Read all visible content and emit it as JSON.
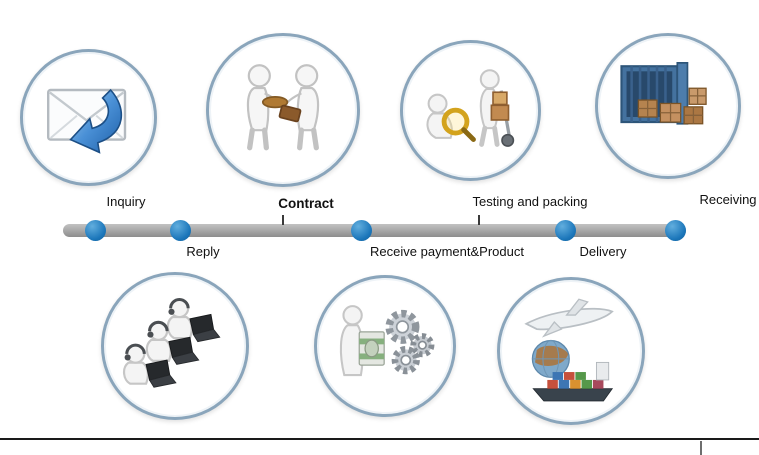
{
  "diagram": {
    "steps": [
      {
        "id": "inquiry",
        "label": "Inquiry",
        "row": "top"
      },
      {
        "id": "contract",
        "label": "Contract",
        "row": "top"
      },
      {
        "id": "testing-and-packing",
        "label": "Testing and packing",
        "row": "top"
      },
      {
        "id": "receiving",
        "label": "Receiving",
        "row": "top"
      },
      {
        "id": "reply",
        "label": "Reply",
        "row": "bottom"
      },
      {
        "id": "receive-payment-product",
        "label": "Receive payment&Product",
        "row": "bottom"
      },
      {
        "id": "delivery",
        "label": "Delivery",
        "row": "bottom"
      }
    ],
    "icons": [
      {
        "step": "inquiry",
        "name": "envelope-reply-icon"
      },
      {
        "step": "contract",
        "name": "figures-exchange-icon"
      },
      {
        "step": "testing-and-packing",
        "name": "inspection-handtruck-icon"
      },
      {
        "step": "receiving",
        "name": "container-crates-icon"
      },
      {
        "step": "reply",
        "name": "support-team-laptops-icon"
      },
      {
        "step": "receive-payment-product",
        "name": "money-gears-icon"
      },
      {
        "step": "delivery",
        "name": "plane-globe-ship-icon"
      }
    ],
    "colors": {
      "background": "#ffffff",
      "timeline_bar": "#9a9a9a",
      "timeline_dot": "#1b76ba",
      "circle_border": "#8aa5bb",
      "label_text": "#111111"
    }
  }
}
